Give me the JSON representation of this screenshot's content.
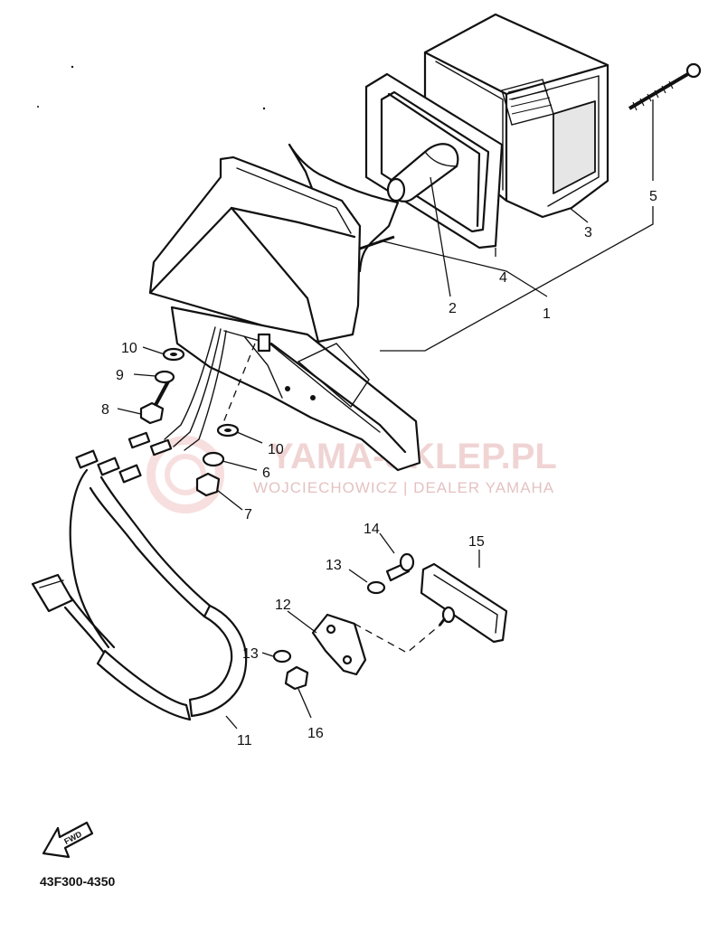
{
  "diagram": {
    "callouts": [
      {
        "id": "1",
        "label": "1"
      },
      {
        "id": "2",
        "label": "2"
      },
      {
        "id": "3",
        "label": "3"
      },
      {
        "id": "4",
        "label": "4"
      },
      {
        "id": "5",
        "label": "5"
      },
      {
        "id": "6",
        "label": "6"
      },
      {
        "id": "7",
        "label": "7"
      },
      {
        "id": "8",
        "label": "8"
      },
      {
        "id": "9",
        "label": "9"
      },
      {
        "id": "10a",
        "label": "10"
      },
      {
        "id": "10b",
        "label": "10"
      },
      {
        "id": "11",
        "label": "11"
      },
      {
        "id": "12",
        "label": "12"
      },
      {
        "id": "13a",
        "label": "13"
      },
      {
        "id": "13b",
        "label": "13"
      },
      {
        "id": "14",
        "label": "14"
      },
      {
        "id": "15",
        "label": "15"
      },
      {
        "id": "16",
        "label": "16"
      }
    ],
    "part_code": "43F300-4350",
    "fwd_label": "FWD",
    "watermark": {
      "title": "YAMA-SKLEP.PL",
      "subtitle": "WOJCIECHOWICZ | DEALER YAMAHA"
    }
  }
}
